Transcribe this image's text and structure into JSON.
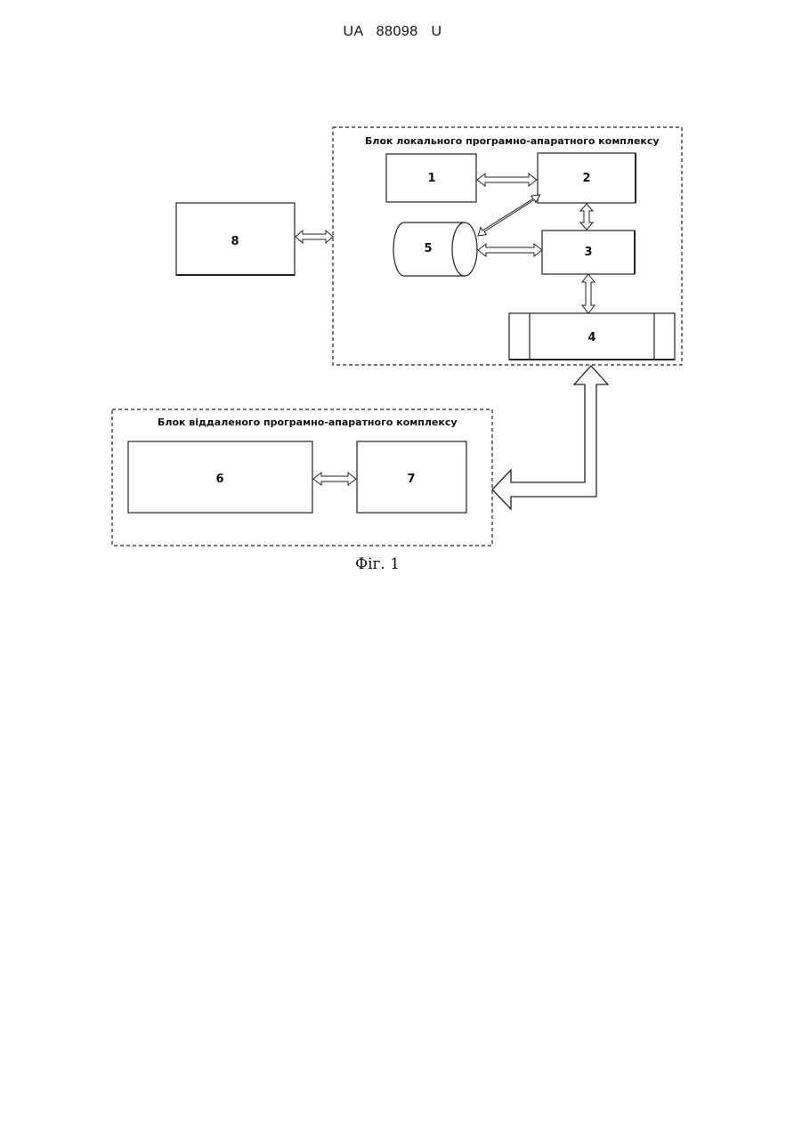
{
  "header": {
    "document_number": "UA   88098   U"
  },
  "figure": {
    "caption": "Фіг. 1",
    "local_block": {
      "title": "Блок локального програмно-апаратного комплексу"
    },
    "remote_block": {
      "title": "Блок віддаленого програмно-апаратного комплексу"
    },
    "boxes": {
      "b1": "1",
      "b2": "2",
      "b3": "3",
      "b4": "4",
      "b5": "5",
      "b6": "6",
      "b7": "7",
      "b8": "8"
    }
  },
  "colors": {
    "stroke": "#222222",
    "background": "#ffffff"
  }
}
